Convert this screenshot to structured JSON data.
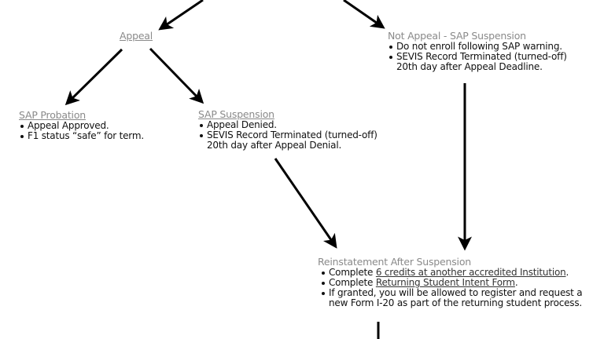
{
  "diagram": {
    "nodes": {
      "appeal": {
        "title": "Appeal"
      },
      "not_appeal": {
        "title": "Not Appeal - SAP Suspension",
        "bullets": [
          {
            "text": "Do not enroll following SAP warning."
          },
          {
            "line1": "SEVIS Record Terminated (turned-off)",
            "line2": "20th day after Appeal Deadline."
          }
        ]
      },
      "sap_probation": {
        "title": "SAP Probation",
        "bullets": [
          {
            "text": "Appeal Approved."
          },
          {
            "text": "F1 status “safe” for term."
          }
        ]
      },
      "sap_suspension": {
        "title": "SAP Suspension",
        "bullets": [
          {
            "text": "Appeal Denied."
          },
          {
            "line1": "SEVIS Record Terminated (turned-off)",
            "line2": "20th day after Appeal Denial."
          }
        ]
      },
      "reinstatement": {
        "title": "Reinstatement After Suspension",
        "bullets": [
          {
            "prefix": "Complete ",
            "link": "6 credits at another accredited Institution",
            "suffix": "."
          },
          {
            "prefix": "Complete ",
            "link": "Returning Student Intent Form",
            "suffix": "."
          },
          {
            "line1": "If granted, you will be allowed to register and request a",
            "line2": "new Form I-20 as part of the returning student process."
          }
        ]
      }
    },
    "edges": [
      {
        "from": "top",
        "to": "appeal"
      },
      {
        "from": "top",
        "to": "not_appeal"
      },
      {
        "from": "appeal",
        "to": "sap_probation"
      },
      {
        "from": "appeal",
        "to": "sap_suspension"
      },
      {
        "from": "sap_suspension",
        "to": "reinstatement"
      },
      {
        "from": "not_appeal",
        "to": "reinstatement"
      },
      {
        "from": "reinstatement",
        "to": "bottom"
      }
    ],
    "colors": {
      "title_gray": "#8a8a8a",
      "text": "#111111",
      "arrow": "#000000",
      "background": "#ffffff"
    }
  }
}
